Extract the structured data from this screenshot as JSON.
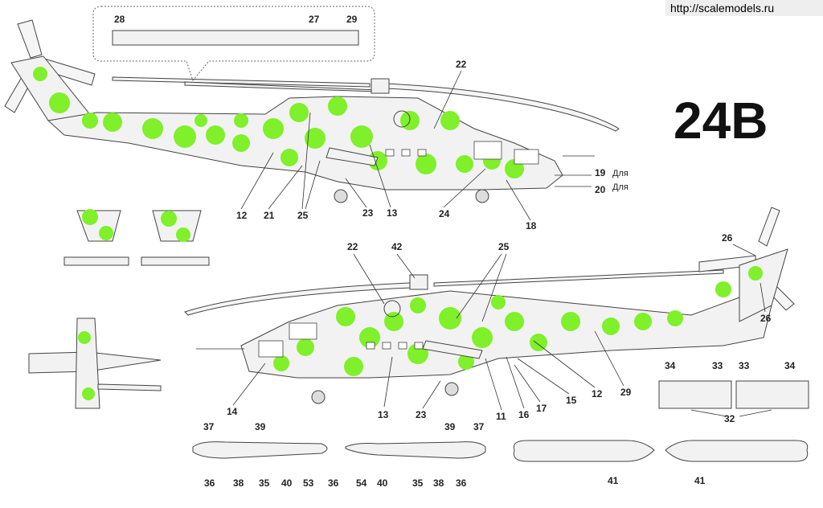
{
  "watermark": "http://scalemodels.ru",
  "scheme_code": "24B",
  "top_view": {
    "labels": [
      "22",
      "12",
      "21",
      "25",
      "25",
      "23",
      "13",
      "24",
      "18"
    ],
    "side_notes": [
      {
        "num": "19",
        "text": "Для"
      },
      {
        "num": "20",
        "text": "Для"
      }
    ]
  },
  "inset": {
    "labels": [
      "28",
      "27",
      "29"
    ]
  },
  "bottom_view": {
    "labels": [
      "26",
      "26",
      "22",
      "42",
      "25",
      "14",
      "13",
      "23",
      "11",
      "16",
      "17",
      "15",
      "12",
      "29"
    ]
  },
  "pylons_left": {
    "labels": [
      "37",
      "39",
      "36",
      "38",
      "35",
      "40",
      "53",
      "36"
    ]
  },
  "pylons_right": {
    "labels": [
      "39",
      "37",
      "54",
      "40",
      "35",
      "38",
      "36"
    ]
  },
  "containers": {
    "labels": [
      "34",
      "33",
      "33",
      "34",
      "32"
    ]
  },
  "tanks": {
    "labels": [
      "41",
      "41"
    ]
  },
  "colors": {
    "camo": "#7ff02a",
    "base": "#f2f2f2",
    "outline": "#444444"
  }
}
